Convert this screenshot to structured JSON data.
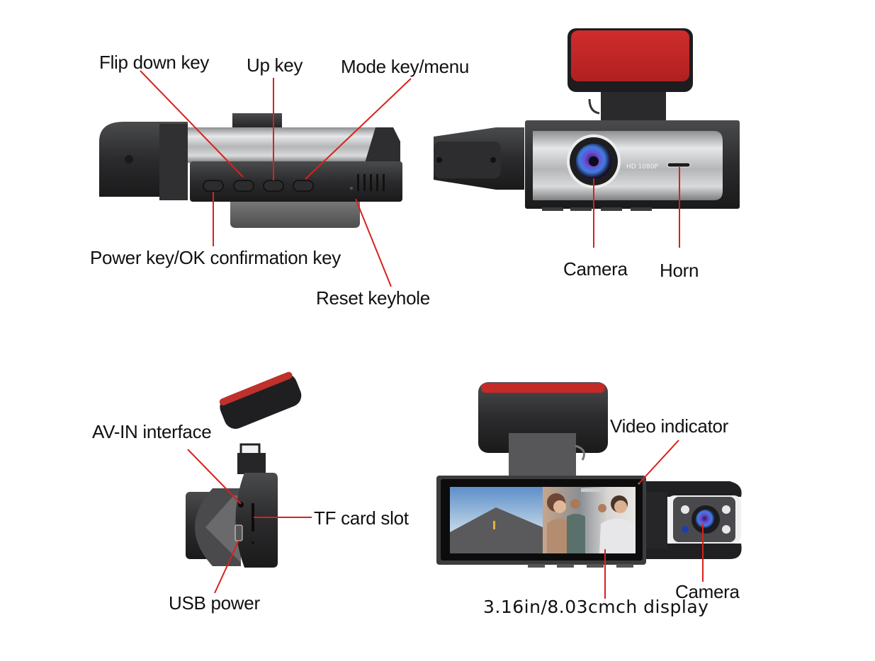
{
  "diagram": {
    "subject": "Dual dash cam product diagram",
    "colors": {
      "background": "#ffffff",
      "leader_line": "#d8211c",
      "label_text": "#111111",
      "mount_pad": "#c4282a",
      "body_dark": "#2a2a2c",
      "body_silver": "#b8b9bb"
    },
    "panels": [
      {
        "id": "top-left",
        "view": "bottom view with buttons",
        "labels": {
          "flip_down": "Flip down key",
          "up": "Up key",
          "mode": "Mode key/menu",
          "power": "Power key/OK confirmation key",
          "reset": "Reset keyhole"
        }
      },
      {
        "id": "top-right",
        "view": "front view",
        "labels": {
          "camera": "Camera",
          "horn": "Horn",
          "body_print": "HD 1080P"
        }
      },
      {
        "id": "bottom-left",
        "view": "side view",
        "labels": {
          "av_in": "AV-IN interface",
          "tf_slot": "TF card slot",
          "usb": "USB power"
        }
      },
      {
        "id": "bottom-right",
        "view": "rear view with screen",
        "labels": {
          "video_indicator": "Video indicator",
          "camera": "Camera",
          "display": "3.16in/8.03cmch display"
        }
      }
    ]
  }
}
